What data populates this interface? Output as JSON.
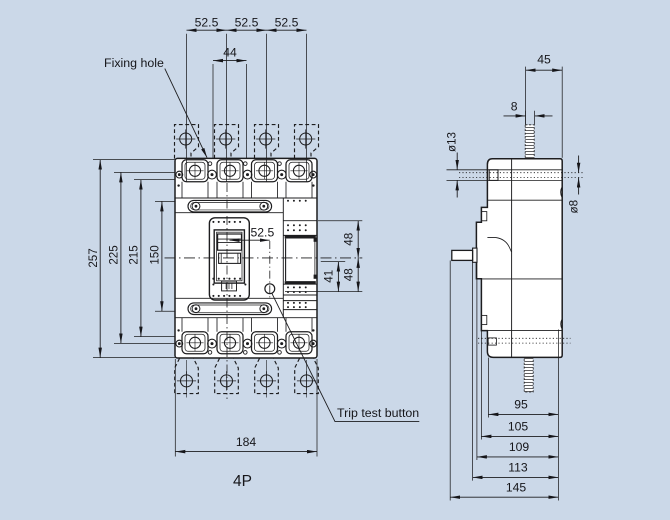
{
  "drawing": {
    "front": {
      "caption": "4P",
      "labels": {
        "fixing_hole": "Fixing hole",
        "trip_test_button": "Trip test button"
      },
      "dimensions": {
        "pole_pitch": [
          "52.5",
          "52.5",
          "52.5"
        ],
        "terminal_width": "44",
        "overall_height": "257",
        "mounting_height": "225",
        "inner_height": "215",
        "cover_height": "150",
        "handle_to_trip": "52.5",
        "accessory_upper": "48",
        "accessory_lower": "48",
        "trip_offset": "41",
        "overall_width": "184"
      }
    },
    "side": {
      "dimensions": {
        "terminal_depth": "45",
        "stud_width": "8",
        "terminal_hole_dia": "ø13",
        "stud_dia": "ø8",
        "depth_steps": [
          "95",
          "105",
          "109",
          "113",
          "145"
        ]
      }
    },
    "colors": {
      "background": "#cbd8e8",
      "line": "#1d1d1f",
      "surface": "#ffffff"
    }
  }
}
